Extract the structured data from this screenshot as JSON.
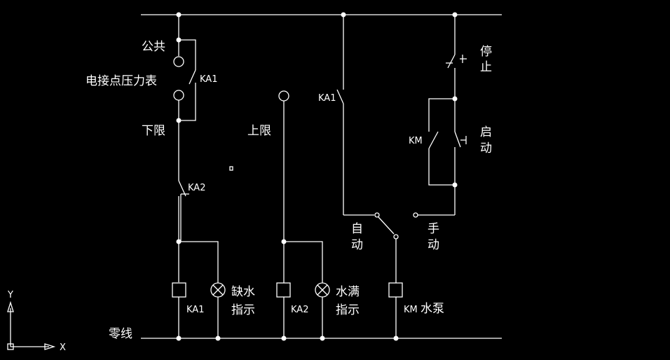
{
  "labels": {
    "common": "公共",
    "gauge": "电接点压力表",
    "lower_limit": "下限",
    "upper_limit": "上限",
    "ka1_contact": "KA1",
    "ka1_contact_2": "KA1",
    "ka2_contact": "KA2",
    "km_contact": "KM",
    "stop_1": "停",
    "stop_2": "止",
    "start_1": "启",
    "start_2": "动",
    "auto_1": "自",
    "auto_2": "动",
    "manual_1": "手",
    "manual_2": "动",
    "ka1_coil": "KA1",
    "ka2_coil": "KA2",
    "km_coil": "KM",
    "pump": "水泵",
    "low_water_1": "缺水",
    "low_water_2": "指示",
    "full_water_1": "水满",
    "full_water_2": "指示",
    "neutral": "零线"
  },
  "ucs": {
    "y_axis": "Y",
    "x_axis": "X"
  }
}
